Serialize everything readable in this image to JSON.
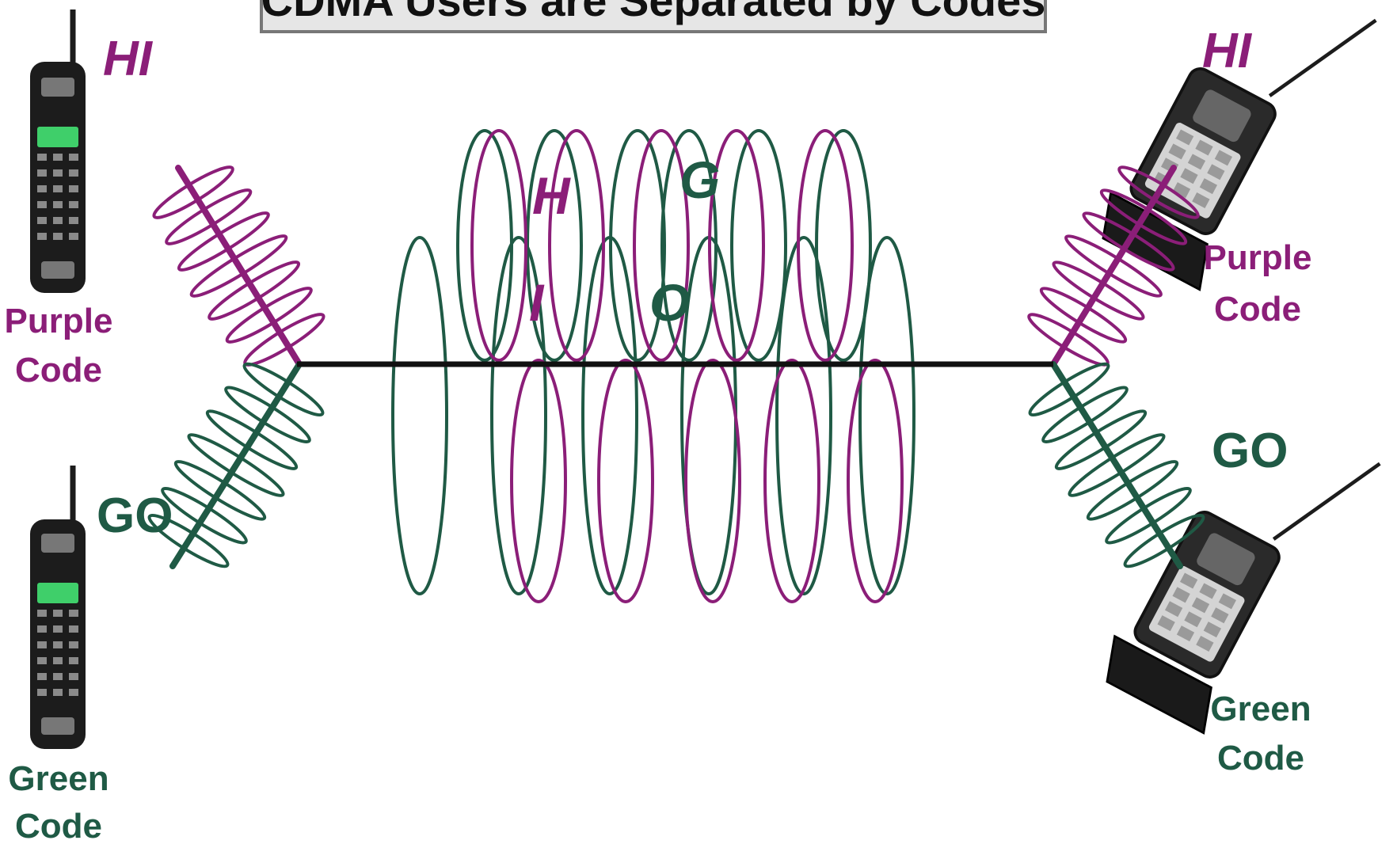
{
  "title": "CDMA Users are Separated by Codes",
  "colors": {
    "purple": "#8b1e78",
    "green": "#1f5a45",
    "line": "#111111",
    "phone_body": "#1c1c1c",
    "phone_screen": "#3fcf6a",
    "title_bg": "#e6e6e6"
  },
  "left": {
    "purple_phone": {
      "message": "HI",
      "code_line1": "Purple",
      "code_line2": "Code"
    },
    "green_phone": {
      "message": "GO",
      "code_line1": "Green",
      "code_line2": "Code"
    }
  },
  "right": {
    "purple_phone": {
      "message": "HI",
      "code_line1": "Purple",
      "code_line2": "Code"
    },
    "green_phone": {
      "message": "GO",
      "code_line1": "Green",
      "code_line2": "Code"
    }
  },
  "channel": {
    "purple_letters": [
      "H",
      "I"
    ],
    "green_letters": [
      "G",
      "O"
    ]
  }
}
